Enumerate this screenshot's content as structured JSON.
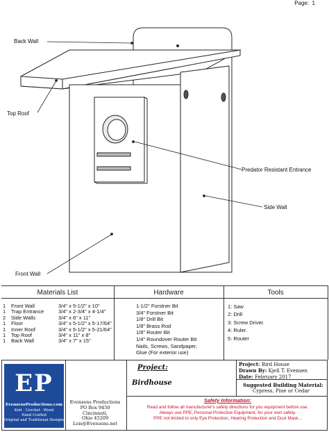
{
  "page": {
    "label": "Page:",
    "number": "1"
  },
  "callouts": {
    "back_wall": "Back Wall",
    "top_roof": "Top Roof",
    "predator_entrance": "Predator Resistant Entrance",
    "side_wall": "Side Wall",
    "front_wall": "Front Wall"
  },
  "materials": {
    "title": "Materials List",
    "rows": [
      {
        "qty": "1",
        "part": "Front Wall",
        "size": "3/4\" x 5-1/2\" x 10\""
      },
      {
        "qty": "1",
        "part": "Trap Entrance",
        "size": "3/4\" x 2-3/4\" x 4-1/4\""
      },
      {
        "qty": "2",
        "part": "Side Walls",
        "size": "3/4\" x 6\" x 11\""
      },
      {
        "qty": "1",
        "part": "Floor",
        "size": "3/4\" x 5-1/2\" x 5-17/64\""
      },
      {
        "qty": "1",
        "part": "Inner Roof",
        "size": "3/4\" x 5-1/2\" x 5-21/64\""
      },
      {
        "qty": "1",
        "part": "Top Roof",
        "size": "3/4\" x 11\" x 8\""
      },
      {
        "qty": "1",
        "part": "Back Wall",
        "size": "3/4\" x 7\" x 15\""
      }
    ]
  },
  "hardware": {
    "title": "Hardware",
    "items": [
      "1-1/2\" Forstner Bit",
      "3/4\" Forstner Bit",
      "1/8\" Drill Bit",
      "1/8\" Brass Rod",
      "1/8\" Router Bit",
      "1/4\" Roundover Router Bit",
      "Nails, Screws, Sandpaper,",
      "Glue (For exterior use)"
    ]
  },
  "tools": {
    "title": "Tools",
    "items": [
      "1: Saw",
      "2: Drill",
      "3: Screw Driver.",
      "4: Ruler.",
      "5: Router"
    ]
  },
  "logo": {
    "letters": "EP",
    "site": "EvensensProductions.com",
    "line1": "Knit · Crochet · Wood",
    "line2": "Hand Crafted",
    "line3": "Original and Traditional Designs"
  },
  "address": [
    "Evensens Productions",
    "PO Box 9450",
    "Cincinnati,",
    "Ohio 45209",
    "Lois@Evensens.net"
  ],
  "project": {
    "label": "Project:",
    "name": "Birdhouse",
    "project_line_label": "Project:",
    "project_line_value": "Bird House",
    "drawn_by_label": "Drawn By:",
    "drawn_by_value": "Kjell T. Evensen",
    "date_label": "Date:",
    "date_value": "February 2017",
    "material_label": "Suggested Building Material:",
    "material_value": "Cypress, Pine or Cedar"
  },
  "safety": {
    "title": "Safety Information:",
    "line1": "Read and follow all manufacturer's safety directions for you equipment before use.",
    "line2": "Always use PPE, Personal Protective Equipment, for your own safety.",
    "line3": "PPE not limited to only Eye Protection, Hearing Protection and Dust Mask..."
  },
  "colors": {
    "logo_bg": "#1e4a9a",
    "safety_red": "#c8102e",
    "line": "#333333"
  }
}
